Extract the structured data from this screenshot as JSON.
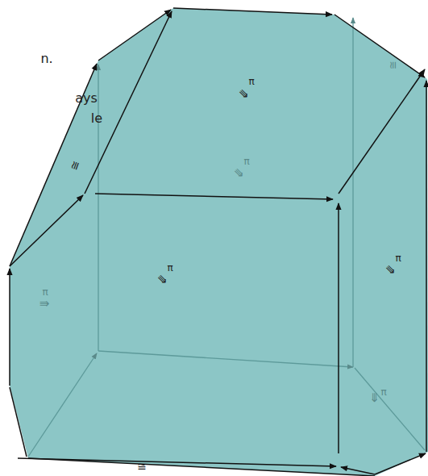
{
  "diagram": {
    "labels": [
      "n.",
      "ays",
      "le",
      "≅",
      "≅",
      "≅",
      "⇛",
      "π",
      "⇛",
      "π",
      "⇛",
      "π",
      "⇛",
      "π",
      "⇛",
      "π",
      "⇛",
      "π"
    ]
  }
}
